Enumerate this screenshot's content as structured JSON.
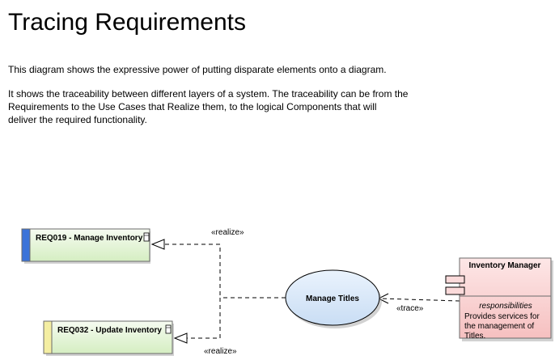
{
  "page": {
    "title": "Tracing Requirements",
    "paragraph1": "This diagram shows the expressive power of putting disparate elements onto a diagram.",
    "paragraph2_lines": [
      "It shows the traceability between different layers of a system.  The traceability can be from the",
      "Requirements to the Use Cases that Realize them, to the logical Components that will",
      "deliver the required functionality."
    ]
  },
  "diagram": {
    "requirements": [
      {
        "label": "REQ019 - Manage Inventory",
        "stripe_color": "#3b73d9"
      },
      {
        "label": "REQ032 - Update Inventory",
        "stripe_color": "#f4eea2"
      }
    ],
    "use_case": {
      "label": "Manage Titles"
    },
    "component": {
      "name": "Inventory Manager",
      "compartment_title": "responsibilities",
      "responsibility_lines": [
        "Provides services for",
        "the management of",
        "Titles."
      ]
    },
    "connectors": [
      {
        "stereotype": "«realize»"
      },
      {
        "stereotype": "«realize»"
      },
      {
        "stereotype": "«trace»"
      }
    ],
    "colors": {
      "requirement_fill": "#e3f4d6",
      "use_case_fill": "#d6e6f8",
      "component_fill": "#fbd3d3"
    }
  }
}
